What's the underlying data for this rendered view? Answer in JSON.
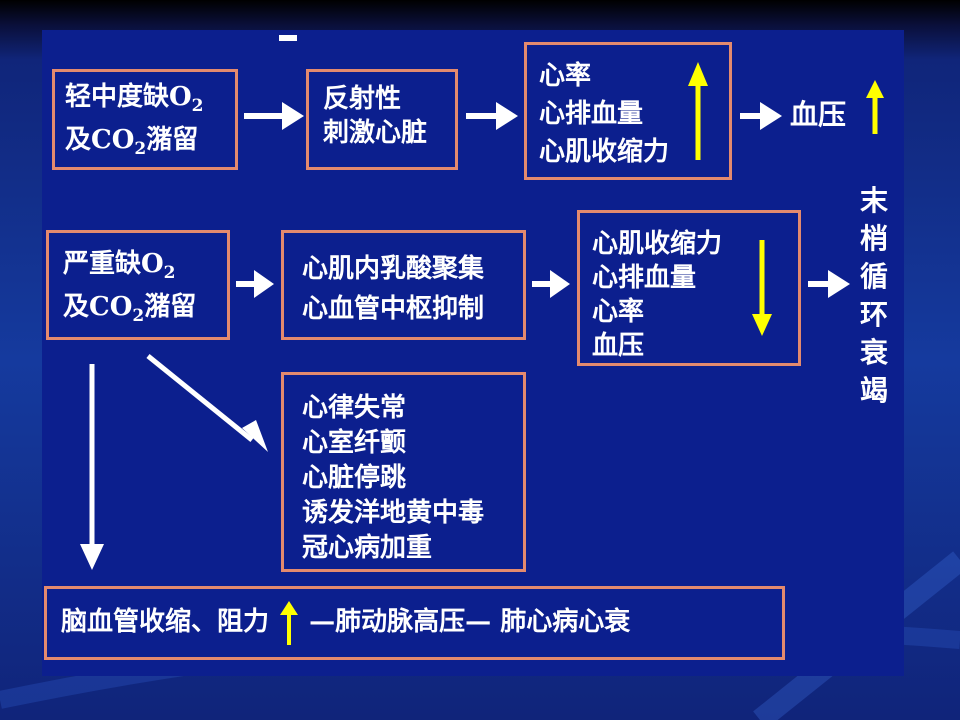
{
  "row1": {
    "box1": {
      "line1_pre": "轻中度缺O",
      "line1_sub": "2",
      "line2_pre": "及CO",
      "line2_sub": "2",
      "line2_post": "潴留"
    },
    "box2": {
      "line1": "反射性",
      "line2": "刺激心脏"
    },
    "box3": {
      "line1": "心率",
      "line2": "心排血量",
      "line3": "心肌收缩力"
    },
    "result": "血压"
  },
  "row2": {
    "box1": {
      "line1_pre": "严重缺O",
      "line1_sub": "2",
      "line2_pre": "及CO",
      "line2_sub": "2",
      "line2_post": "潴留"
    },
    "box2": {
      "line1": "心肌内乳酸聚集",
      "line2": "心血管中枢抑制"
    },
    "box3": {
      "line1": "心肌收缩力",
      "line2": "心排血量",
      "line3": "心率",
      "line4": "血压"
    }
  },
  "vertical_result": [
    "末",
    "梢",
    "循",
    "环",
    "衰",
    "竭"
  ],
  "row3": {
    "box": {
      "line1": "心律失常",
      "line2": "心室纤颤",
      "line3": "心脏停跳",
      "line4": "诱发洋地黄中毒",
      "line5": "冠心病加重"
    }
  },
  "bottom": {
    "part1": "脑血管收缩、阻力",
    "part2": "—肺动脉高压— 肺心病心衰"
  },
  "colors": {
    "box_border": "#e48a6e",
    "up_arrow": "#ffff00",
    "down_arrow": "#ffff00",
    "text": "#ffffff",
    "panel": "#0c1f8e"
  }
}
